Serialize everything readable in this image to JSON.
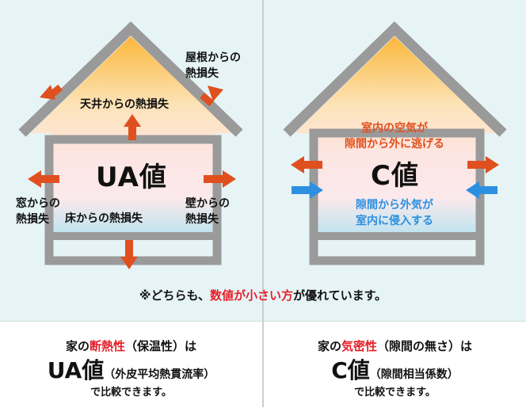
{
  "ua_panel": {
    "title": "UA値",
    "roof_loss": [
      "屋根からの",
      "熱損失"
    ],
    "ceiling_loss": "天井からの熱損失",
    "window_loss": [
      "窓からの",
      "熱損失"
    ],
    "wall_loss": [
      "壁からの",
      "熱損失"
    ],
    "floor_loss": "床からの熱損失"
  },
  "c_panel": {
    "title": "C値",
    "air_out": [
      "室内の空気が",
      "隙間から外に逃げる"
    ],
    "air_in": [
      "隙間から外気が",
      "室内に侵入する"
    ]
  },
  "note": {
    "prefix": "※どちらも、",
    "highlight": "数値が小さい方",
    "suffix": "が優れています。"
  },
  "bottom_left": {
    "line1_pre": "家の",
    "line1_highlight": "断熱性",
    "line1_post": "（保温性）は",
    "big": "UA値",
    "big_sub": "（外皮平均熱貫流率）",
    "line3": "で比較できます。"
  },
  "bottom_right": {
    "line1_pre": "家の",
    "line1_highlight": "気密性",
    "line1_post": "（隙間の無さ）は",
    "big": "C値",
    "big_sub": "（隙間相当係数）",
    "line3": "で比較できます。"
  },
  "colors": {
    "arrow_orange": "#e0501f",
    "arrow_blue": "#2d8fe0",
    "highlight_red": "#e5202a",
    "house_gray": "#9a9a9a",
    "panel_bg": "#e6f4f6"
  }
}
